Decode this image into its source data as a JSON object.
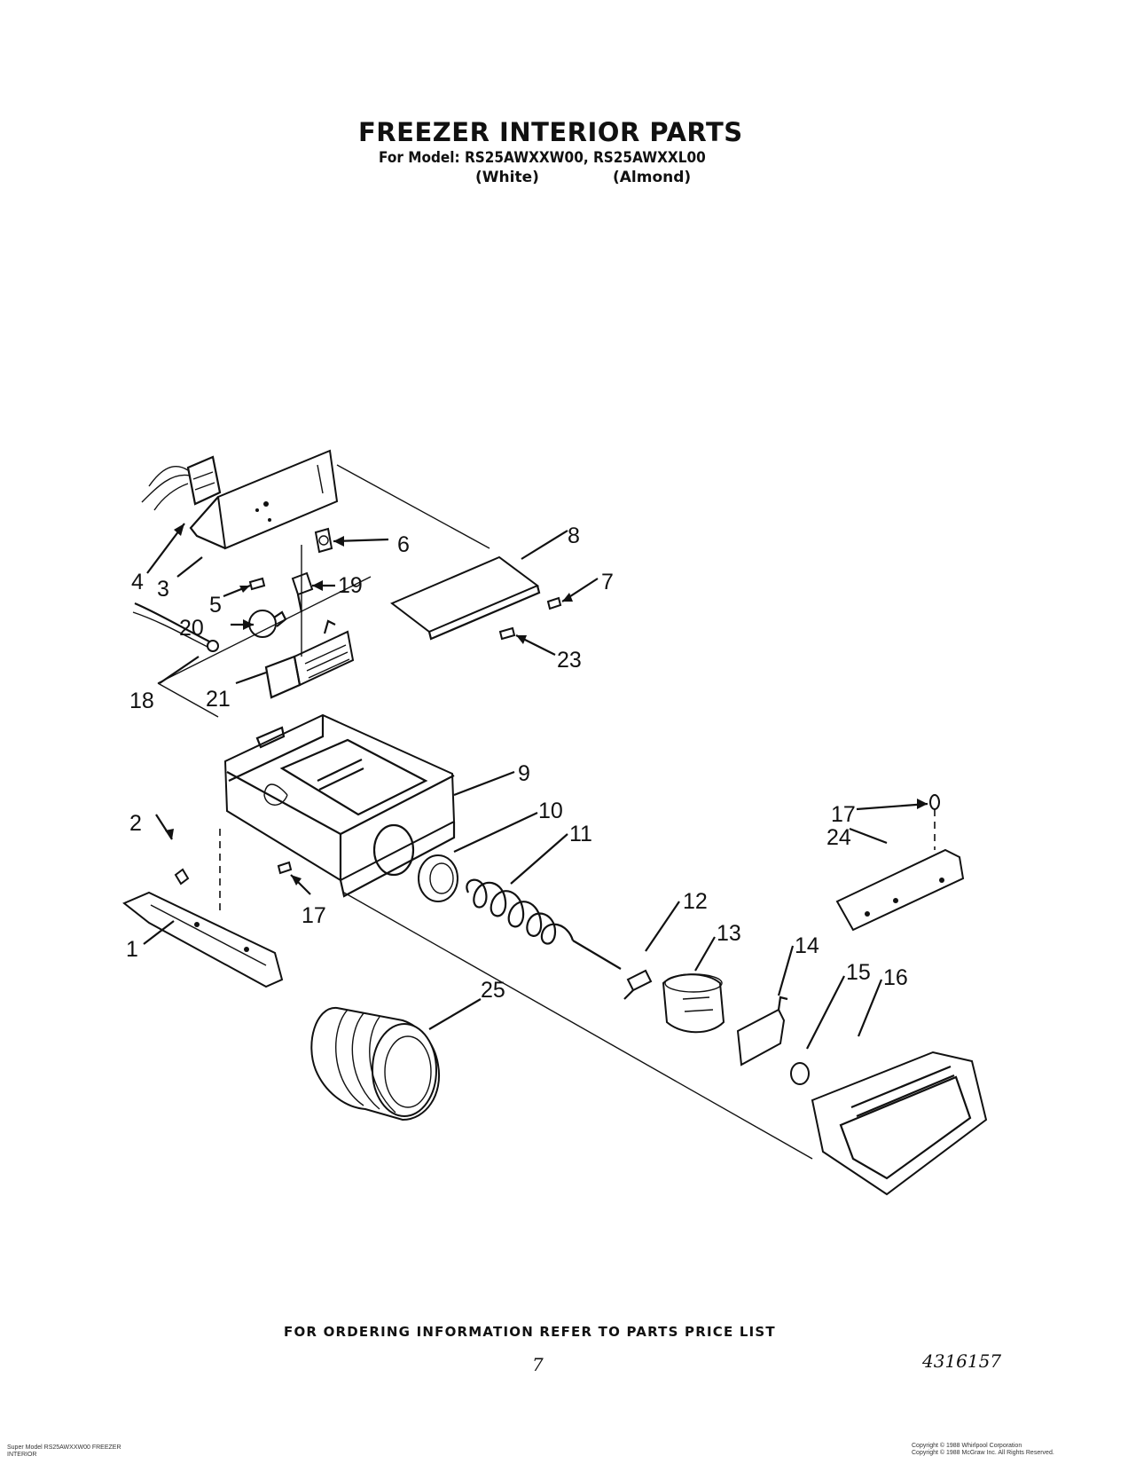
{
  "header": {
    "title": "FREEZER INTERIOR PARTS",
    "model_line": "For Model: RS25AWXXW00, RS25AWXXL00",
    "color_white": "(White)",
    "color_almond": "(Almond)"
  },
  "diagram": {
    "callouts": {
      "c1": "1",
      "c2": "2",
      "c3": "3",
      "c4": "4",
      "c5": "5",
      "c6": "6",
      "c7": "7",
      "c8": "8",
      "c9": "9",
      "c10": "10",
      "c11": "11",
      "c12": "12",
      "c13": "13",
      "c14": "14",
      "c15": "15",
      "c16": "16",
      "c17a": "17",
      "c17b": "17",
      "c18": "18",
      "c19": "19",
      "c20": "20",
      "c21": "21",
      "c23": "23",
      "c24": "24",
      "c25": "25"
    }
  },
  "footer": {
    "ordering_info": "FOR ORDERING INFORMATION REFER TO PARTS PRICE LIST",
    "page_number": "7",
    "document_number": "4316157",
    "left_small": "Super Model RS25AWXXW00 FREEZER INTERIOR",
    "right_small_1": "Copyright © 1988 Whirlpool Corporation",
    "right_small_2": "Copyright © 1988 McGraw Inc. All Rights Reserved."
  }
}
